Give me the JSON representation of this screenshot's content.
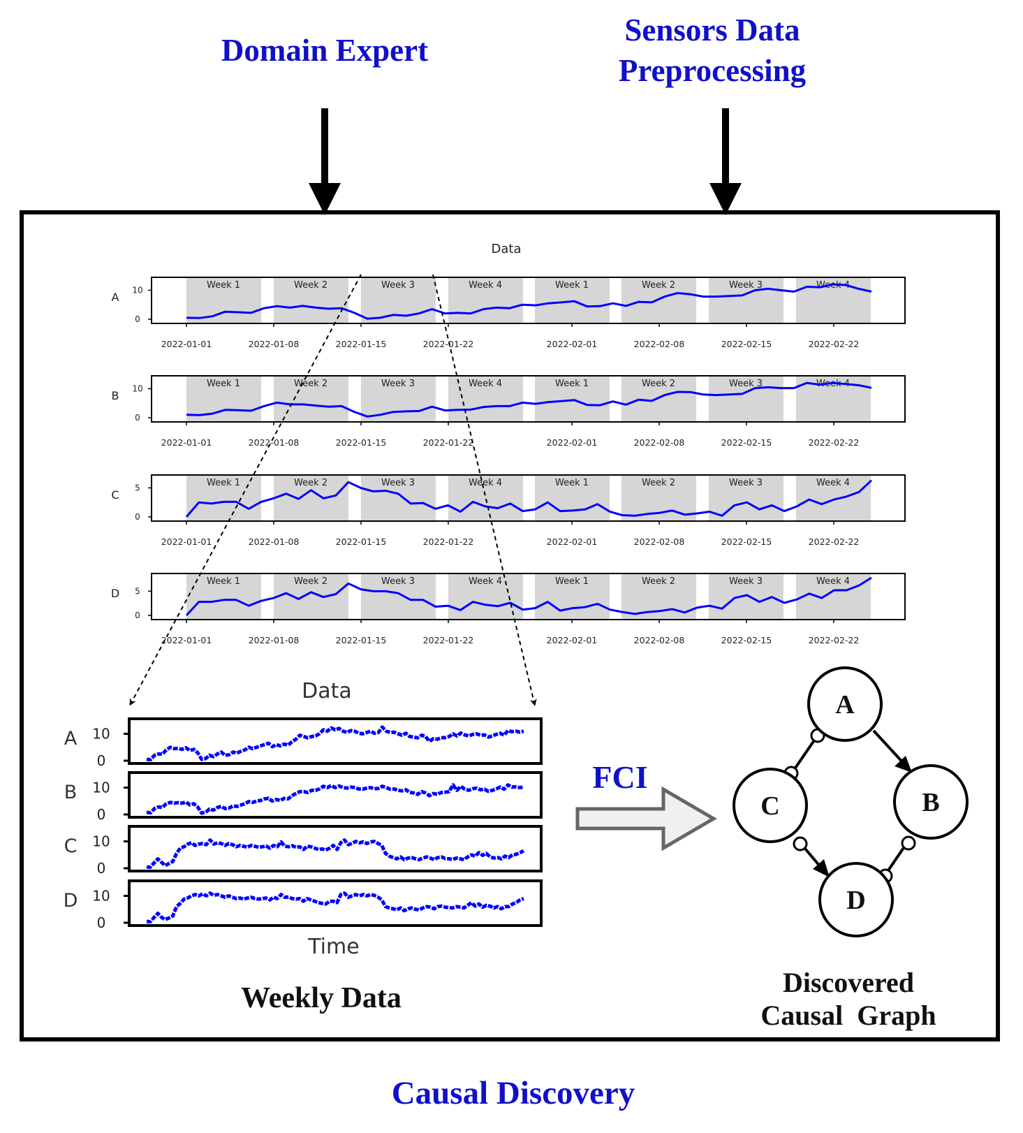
{
  "header": {
    "domain_expert": "Domain Expert",
    "sensors_line1": "Sensors Data",
    "sensors_line2": "Preprocessing"
  },
  "footer": {
    "causal_discovery": "Causal Discovery"
  },
  "weekly_caption": "Weekly Data",
  "fci_label": "FCI",
  "graph_caption_line1": "Discovered",
  "graph_caption_line2": "Causal  Graph",
  "chart_data": [
    {
      "type": "line",
      "title": "Data",
      "dates": [
        "2022-01-01",
        "2022-01-08",
        "2022-01-15",
        "2022-01-22",
        "2022-02-01",
        "2022-02-08",
        "2022-02-15",
        "2022-02-22"
      ],
      "week_labels": [
        "Week 1",
        "Week 2",
        "Week 3",
        "Week 4",
        "Week 1",
        "Week 2",
        "Week 3",
        "Week 4"
      ],
      "series": [
        {
          "name": "A",
          "ylim": [
            0,
            13
          ],
          "yticks": [
            0,
            10
          ],
          "values": [
            0.5,
            0.4,
            1,
            2.6,
            2.4,
            2.2,
            3.8,
            4.5,
            4,
            4.6,
            4,
            3.6,
            3.8,
            2.2,
            0.2,
            0.5,
            1.5,
            1.2,
            2,
            3.5,
            2,
            2.2,
            2,
            3.5,
            4,
            3.8,
            5,
            4.8,
            5.5,
            5.8,
            6.2,
            4.4,
            4.5,
            5.5,
            4.6,
            6,
            5.8,
            7.8,
            9,
            8.6,
            7.8,
            7.8,
            8,
            8.2,
            10,
            10.5,
            10,
            9.5,
            11.2,
            11,
            12,
            11.8,
            10.5,
            9.5
          ]
        },
        {
          "name": "B",
          "ylim": [
            0,
            13
          ],
          "yticks": [
            0,
            10
          ],
          "values": [
            1,
            0.9,
            1.4,
            2.7,
            2.6,
            2.4,
            4,
            5.2,
            4.6,
            4.6,
            4.2,
            3.8,
            4,
            2,
            0.4,
            1,
            2,
            2.2,
            2.3,
            3.8,
            2.5,
            2.7,
            2.8,
            3.7,
            4,
            4,
            5.2,
            4.8,
            5.4,
            5.7,
            6.1,
            4.4,
            4.3,
            5.6,
            4.5,
            6.2,
            5.8,
            7.8,
            8.9,
            8.8,
            8,
            7.8,
            8,
            8.2,
            10.2,
            10.5,
            10.2,
            10.2,
            12,
            11.4,
            12,
            11.6,
            11.2,
            10.3
          ]
        },
        {
          "name": "C",
          "ylim": [
            0,
            6.5
          ],
          "yticks": [
            0,
            5
          ],
          "values": [
            0,
            2.5,
            2.3,
            2.6,
            2.6,
            1.4,
            2.6,
            3.2,
            4,
            3.1,
            4.6,
            3.2,
            3.7,
            6,
            5,
            4.4,
            4.5,
            4,
            2.3,
            2.4,
            1.4,
            2,
            0.9,
            2.6,
            1.8,
            1.5,
            2.3,
            1,
            1.3,
            2.5,
            1,
            1.1,
            1.3,
            2.2,
            0.9,
            0.3,
            0.2,
            0.5,
            0.7,
            1.1,
            0.4,
            0.6,
            0.9,
            0.2,
            2,
            2.5,
            1.3,
            2,
            1,
            1.8,
            3,
            2.2,
            3,
            3.5,
            4.3,
            6.3
          ]
        },
        {
          "name": "D",
          "ylim": [
            0,
            7.8
          ],
          "yticks": [
            0,
            5
          ],
          "values": [
            0,
            2.8,
            2.8,
            3.2,
            3.2,
            2,
            3,
            3.6,
            4.6,
            3.4,
            4.8,
            3.8,
            4.4,
            6.6,
            5.4,
            5,
            5,
            4.6,
            3.2,
            3.2,
            1.8,
            2,
            1.1,
            2.8,
            2.2,
            1.9,
            2.6,
            1.2,
            1.5,
            2.8,
            1,
            1.5,
            1.7,
            2.4,
            1.2,
            0.7,
            0.3,
            0.7,
            0.9,
            1.3,
            0.6,
            1.6,
            2,
            1.4,
            3.6,
            4.2,
            2.8,
            3.8,
            2.6,
            3.3,
            4.5,
            3.6,
            5.2,
            5.2,
            6.2,
            7.8
          ]
        }
      ]
    },
    {
      "type": "line",
      "title": "Data",
      "xlabel": "Time",
      "series": [
        {
          "name": "A",
          "ylim": [
            0,
            13
          ],
          "yticks": [
            0,
            10
          ],
          "values": [
            0.5,
            0.4,
            2,
            2.5,
            2.4,
            4,
            5,
            4.5,
            4.6,
            4.2,
            4.8,
            3.8,
            4.2,
            3,
            0.5,
            0.8,
            2,
            1.5,
            2.5,
            3.2,
            2,
            2.2,
            3.2,
            2.8,
            3.5,
            4,
            5,
            4.5,
            5,
            5.5,
            6,
            6.5,
            5.2,
            6,
            5.5,
            6.2,
            5.8,
            7,
            8,
            9.5,
            9,
            8.5,
            9,
            9.2,
            10,
            11.5,
            11,
            12.2,
            11.5,
            12,
            11,
            10.5,
            11.2,
            11,
            10.2,
            10,
            10.5,
            11,
            10.2,
            10.5,
            12.5,
            11,
            10.5,
            10.6,
            10,
            9.5,
            10.2,
            9,
            8.8,
            8.5,
            9.5,
            9,
            7.2,
            8.2,
            8,
            8.5,
            8.6,
            9,
            10,
            9.2,
            10.3,
            9.6,
            9.2,
            9.8,
            10,
            9.5,
            9.6,
            8.8,
            9.2,
            9.8,
            10.2,
            9.5,
            11.2,
            10.8,
            11,
            10.6,
            11
          ]
        },
        {
          "name": "B",
          "ylim": [
            0,
            13
          ],
          "yticks": [
            0,
            10
          ],
          "values": [
            0.8,
            0.6,
            2.2,
            2.8,
            2.6,
            4,
            4.5,
            4.2,
            4.4,
            4.2,
            4.6,
            3.6,
            4,
            2.8,
            0.5,
            0.8,
            2,
            1.6,
            2.6,
            3,
            2.2,
            2.4,
            3.2,
            3,
            3.5,
            4,
            4.8,
            4.5,
            5,
            5.2,
            5.8,
            6,
            5,
            5.6,
            5.2,
            6,
            5.8,
            7,
            7.8,
            8.5,
            8.5,
            8.2,
            9,
            9,
            9.5,
            10.5,
            10,
            10.8,
            10,
            10.6,
            10,
            9.8,
            10.2,
            10,
            9.5,
            9.4,
            9.8,
            10,
            9.6,
            9.7,
            10.5,
            10,
            9.4,
            9.5,
            9,
            8.8,
            9.2,
            8.2,
            8,
            7.5,
            8.5,
            8,
            7,
            7.8,
            7.5,
            8.2,
            8.3,
            8.5,
            11,
            9,
            10.5,
            9.4,
            9,
            9.6,
            9.8,
            9.2,
            9.4,
            8.6,
            9,
            9.5,
            10.2,
            9.4,
            11,
            10.2,
            10.3,
            10,
            10.2
          ]
        },
        {
          "name": "C",
          "ylim": [
            0,
            13
          ],
          "yticks": [
            0,
            10
          ],
          "values": [
            0.5,
            0.4,
            2,
            3.5,
            2.2,
            1,
            1.8,
            2.5,
            5.5,
            7.5,
            8,
            9,
            9.5,
            8.5,
            9,
            9.2,
            8.8,
            10.5,
            9,
            9.5,
            9.2,
            8.5,
            9.2,
            8.8,
            8,
            8.5,
            8.2,
            7.8,
            8.5,
            8.2,
            7.8,
            8,
            8.3,
            7.5,
            8.5,
            8,
            9.8,
            8.2,
            8,
            8.4,
            7.8,
            8,
            7,
            8.2,
            8,
            7.5,
            7,
            7.2,
            6.8,
            7.5,
            8.5,
            7,
            9.5,
            10.5,
            8.8,
            9.2,
            10,
            9.5,
            9.8,
            9.2,
            9.8,
            10,
            9.2,
            8.5,
            5.5,
            4.5,
            4,
            3.5,
            4.2,
            3.2,
            3.8,
            4,
            3.5,
            3.2,
            3.8,
            4.2,
            3.8,
            3.2,
            4,
            4.2,
            3.6,
            3.5,
            3.3,
            3.8,
            3.5,
            3.2,
            4.2,
            5,
            4.5,
            5.8,
            4.8,
            5.5,
            4.2,
            3.8,
            4,
            3.5,
            4.5,
            4,
            5,
            5.2,
            5.8,
            6.5
          ]
        },
        {
          "name": "D",
          "ylim": [
            0,
            13
          ],
          "yticks": [
            0,
            10
          ],
          "values": [
            0.5,
            0.4,
            2,
            3.5,
            2,
            1.2,
            1.8,
            2.5,
            6,
            7.2,
            8.8,
            9.2,
            10,
            10.5,
            10,
            10.8,
            10,
            11,
            10.2,
            10.5,
            10,
            9.5,
            10,
            9.5,
            9,
            9.2,
            8.8,
            9.2,
            9.5,
            9,
            8.8,
            9,
            9.2,
            8.5,
            9.5,
            9,
            10.5,
            9.5,
            9.6,
            9,
            8.8,
            9,
            8,
            9,
            8.5,
            8,
            7.5,
            7.2,
            7,
            8,
            8,
            7.5,
            10.5,
            11,
            9.5,
            10,
            10.5,
            10,
            10.5,
            10,
            10.5,
            10.2,
            9.5,
            8.5,
            6,
            5.5,
            5.2,
            4.8,
            5.5,
            4.5,
            5.2,
            5.5,
            5,
            4.8,
            5.5,
            6,
            5.8,
            5.2,
            6,
            6.2,
            5.8,
            5.6,
            5.5,
            6,
            5.8,
            5.5,
            6.5,
            7.5,
            6.2,
            7,
            5.8,
            6.5,
            6.2,
            5.5,
            6,
            5.2,
            6,
            6,
            7,
            7.5,
            8.5,
            9
          ]
        }
      ]
    }
  ],
  "causal_graph": {
    "nodes": [
      "A",
      "B",
      "C",
      "D"
    ],
    "edges": [
      {
        "from": "A",
        "to": "B",
        "tail": "arrow-to-B"
      },
      {
        "from": "C",
        "to": "A",
        "ends": "circle-circle"
      },
      {
        "from": "C",
        "to": "D",
        "ends": "circle-arrow"
      },
      {
        "from": "B",
        "to": "D",
        "ends": "circle-circle"
      }
    ]
  },
  "colors": {
    "title_blue": "#1010c8",
    "series_blue": "#0000ff",
    "week_shade": "#d6d6d6",
    "frame": "#000000"
  }
}
